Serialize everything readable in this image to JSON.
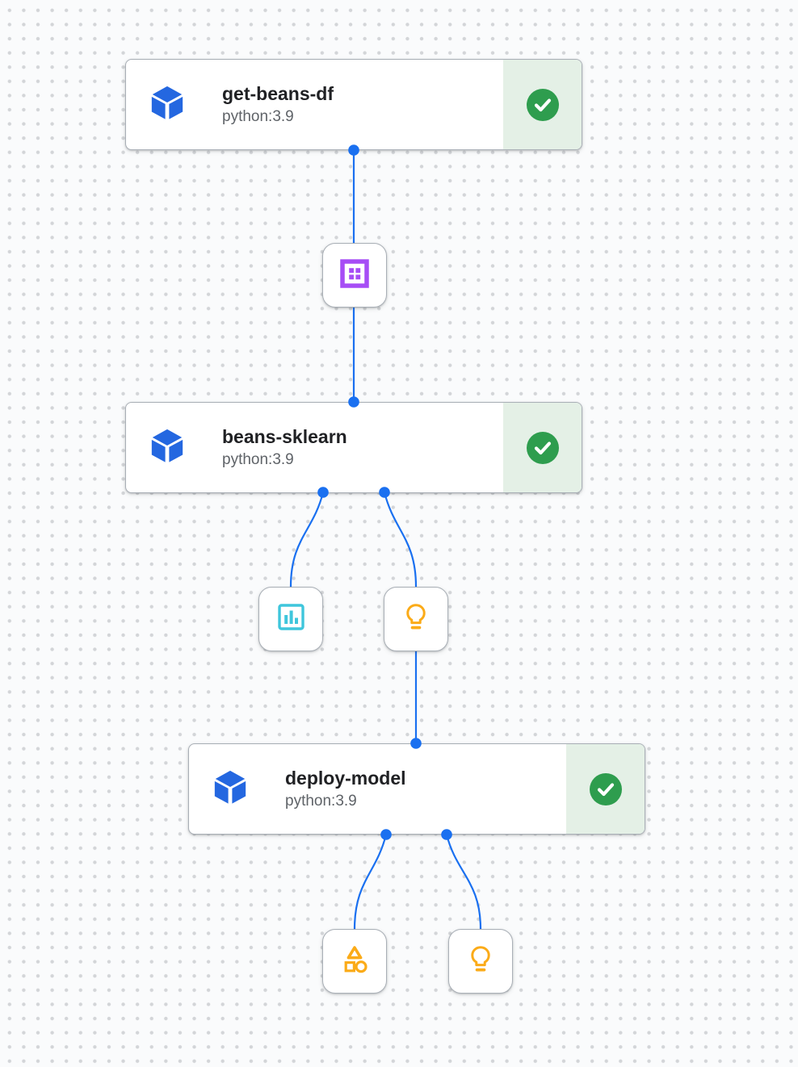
{
  "pipeline": {
    "view": "pipeline-dag",
    "nodes": [
      {
        "id": "get-beans-df",
        "title": "get-beans-df",
        "subtitle": "python:3.9",
        "status": "succeeded",
        "icon": "pipeline-component-cube-icon"
      },
      {
        "id": "beans-sklearn",
        "title": "beans-sklearn",
        "subtitle": "python:3.9",
        "status": "succeeded",
        "icon": "pipeline-component-cube-icon"
      },
      {
        "id": "deploy-model",
        "title": "deploy-model",
        "subtitle": "python:3.9",
        "status": "succeeded",
        "icon": "pipeline-component-cube-icon"
      }
    ],
    "artifacts": [
      {
        "id": "dataset-artifact",
        "icon": "dataset-icon",
        "color": "#a64df5"
      },
      {
        "id": "metrics-artifact",
        "icon": "metrics-bar-chart-icon",
        "color": "#3fc6dc"
      },
      {
        "id": "model-artifact-1",
        "icon": "model-lightbulb-icon",
        "color": "#fbab18"
      },
      {
        "id": "generic-artifact",
        "icon": "artifact-shapes-icon",
        "color": "#fbab18"
      },
      {
        "id": "model-artifact-2",
        "icon": "model-lightbulb-icon",
        "color": "#fbab18"
      }
    ],
    "edges": [
      "get-beans-df -> dataset-artifact",
      "dataset-artifact -> beans-sklearn",
      "beans-sklearn -> metrics-artifact",
      "beans-sklearn -> model-artifact-1",
      "model-artifact-1 -> deploy-model",
      "deploy-model -> generic-artifact",
      "deploy-model -> model-artifact-2"
    ],
    "colors": {
      "edge_blue": "#1a70f0",
      "component_blue": "#2467e0",
      "success_green": "#2e9d4e",
      "success_bg": "#e4f0e6",
      "dataset_purple": "#a64df5",
      "metrics_cyan": "#3fc6dc",
      "model_amber": "#fbab18",
      "card_border": "#a9afb6",
      "title_text": "#202124",
      "subtitle_text": "#5f6368",
      "grid_dot": "#d3d5d8"
    }
  }
}
